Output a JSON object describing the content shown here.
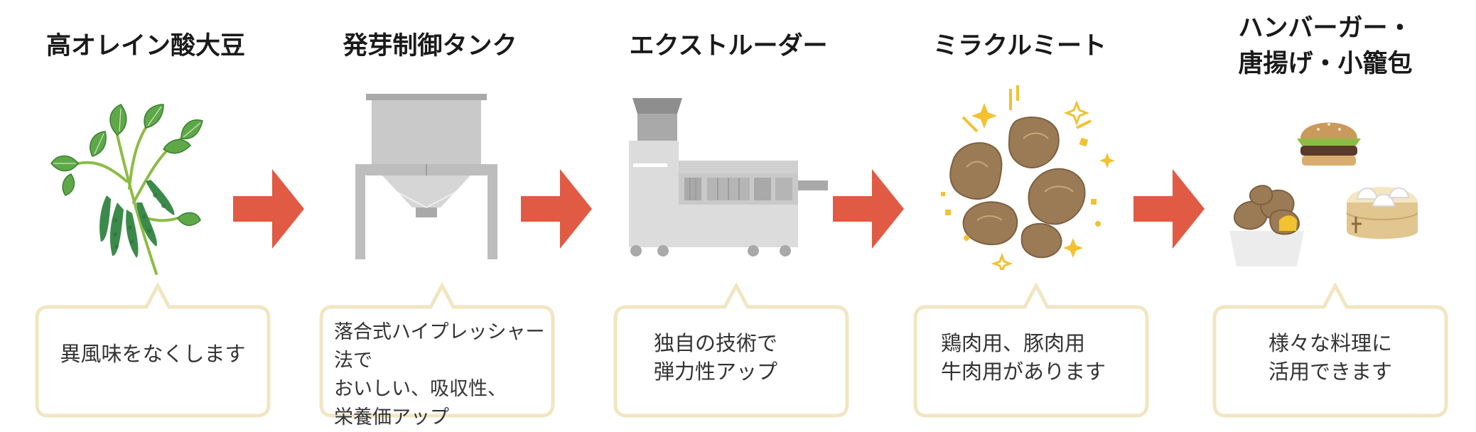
{
  "stages": [
    {
      "title": "高オレイン酸大豆",
      "caption": "異風味をなくします"
    },
    {
      "title": "発芽制御タンク",
      "caption": "落合式ハイプレッシャー法で\nおいしい、吸収性、\n栄養価アップ"
    },
    {
      "title": "エクストルーダー",
      "caption": "独自の技術で\n弾力性アップ"
    },
    {
      "title": "ミラクルミート",
      "caption": "鶏肉用、豚肉用\n牛肉用があります"
    },
    {
      "title": "ハンバーガー・\n唐揚げ・小籠包",
      "caption": "様々な料理に\n活用できます"
    }
  ],
  "colors": {
    "arrow": "#e05a44",
    "bubble_border": "#f1e6c2",
    "leaf": "#5ea848",
    "stem": "#8dbc45",
    "pod": "#3c8a4b",
    "machine": "#c9c9c9",
    "meat": "#9b7b55",
    "sparkle": "#f2c230"
  }
}
